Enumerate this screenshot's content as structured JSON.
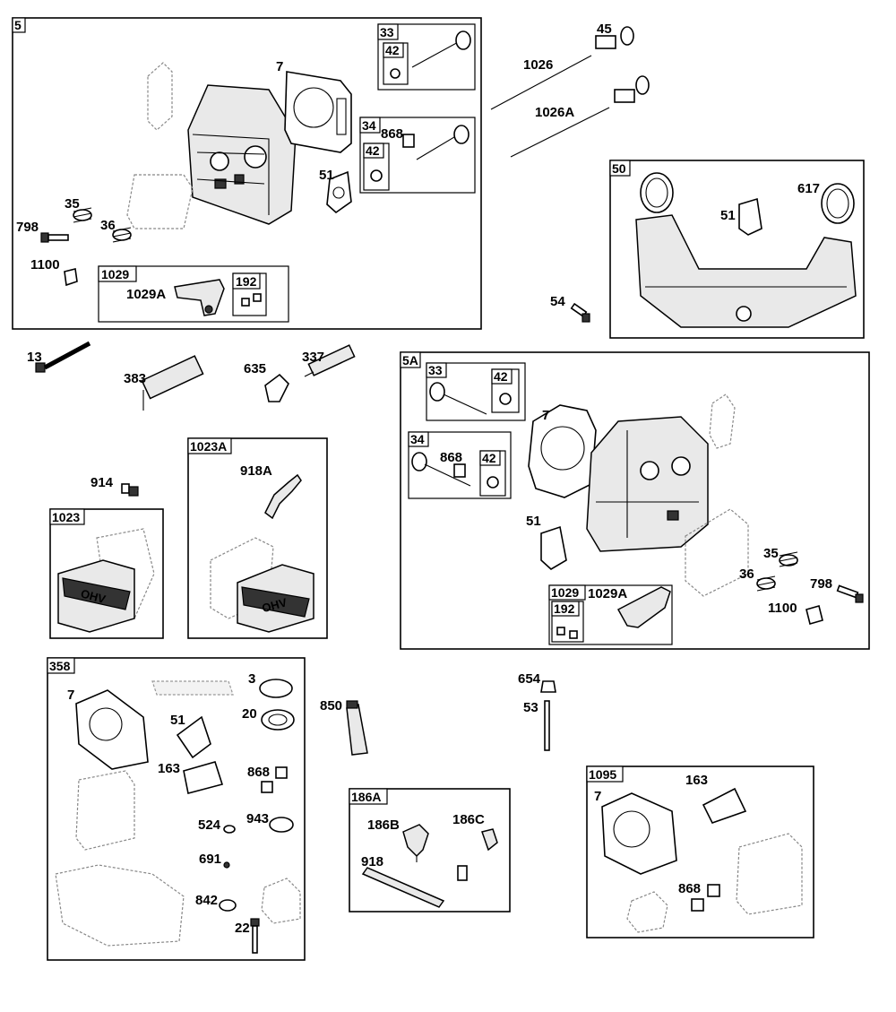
{
  "sections": {
    "s5": "5",
    "s1029a": "1029",
    "s192a": "192",
    "s33a": "33",
    "s42a": "42",
    "s34a": "34",
    "s42b": "42",
    "s50": "50",
    "s5A": "5A",
    "s33b": "33",
    "s42c": "42",
    "s34b": "34",
    "s42d": "42",
    "s1029b": "1029",
    "s192b": "192",
    "s1023A": "1023A",
    "s1023": "1023",
    "s358": "358",
    "s186A": "186A",
    "s1095": "1095"
  },
  "callouts": {
    "c7a": "7",
    "c51a": "51",
    "c868a": "868",
    "c35a": "35",
    "c36a": "36",
    "c798a": "798",
    "c1100a": "1100",
    "c1029Aa": "1029A",
    "c45": "45",
    "c1026": "1026",
    "c1026A": "1026A",
    "c51b": "51",
    "c617": "617",
    "c54": "54",
    "c13": "13",
    "c383": "383",
    "c635": "635",
    "c337": "337",
    "c7b": "7",
    "c868b": "868",
    "c51c": "51",
    "c35b": "35",
    "c36b": "36",
    "c798b": "798",
    "c1100b": "1100",
    "c1029Ab": "1029A",
    "c914": "914",
    "c918A": "918A",
    "c7c": "7",
    "c3": "3",
    "c51d": "51",
    "c20": "20",
    "c163a": "163",
    "c868c": "868",
    "c524": "524",
    "c943": "943",
    "c691": "691",
    "c842": "842",
    "c22": "22",
    "c850": "850",
    "c654": "654",
    "c53": "53",
    "c186B": "186B",
    "c186C": "186C",
    "c918": "918",
    "c7d": "7",
    "c163b": "163",
    "c868d": "868"
  },
  "markings": {
    "cover_text": "OHV"
  }
}
